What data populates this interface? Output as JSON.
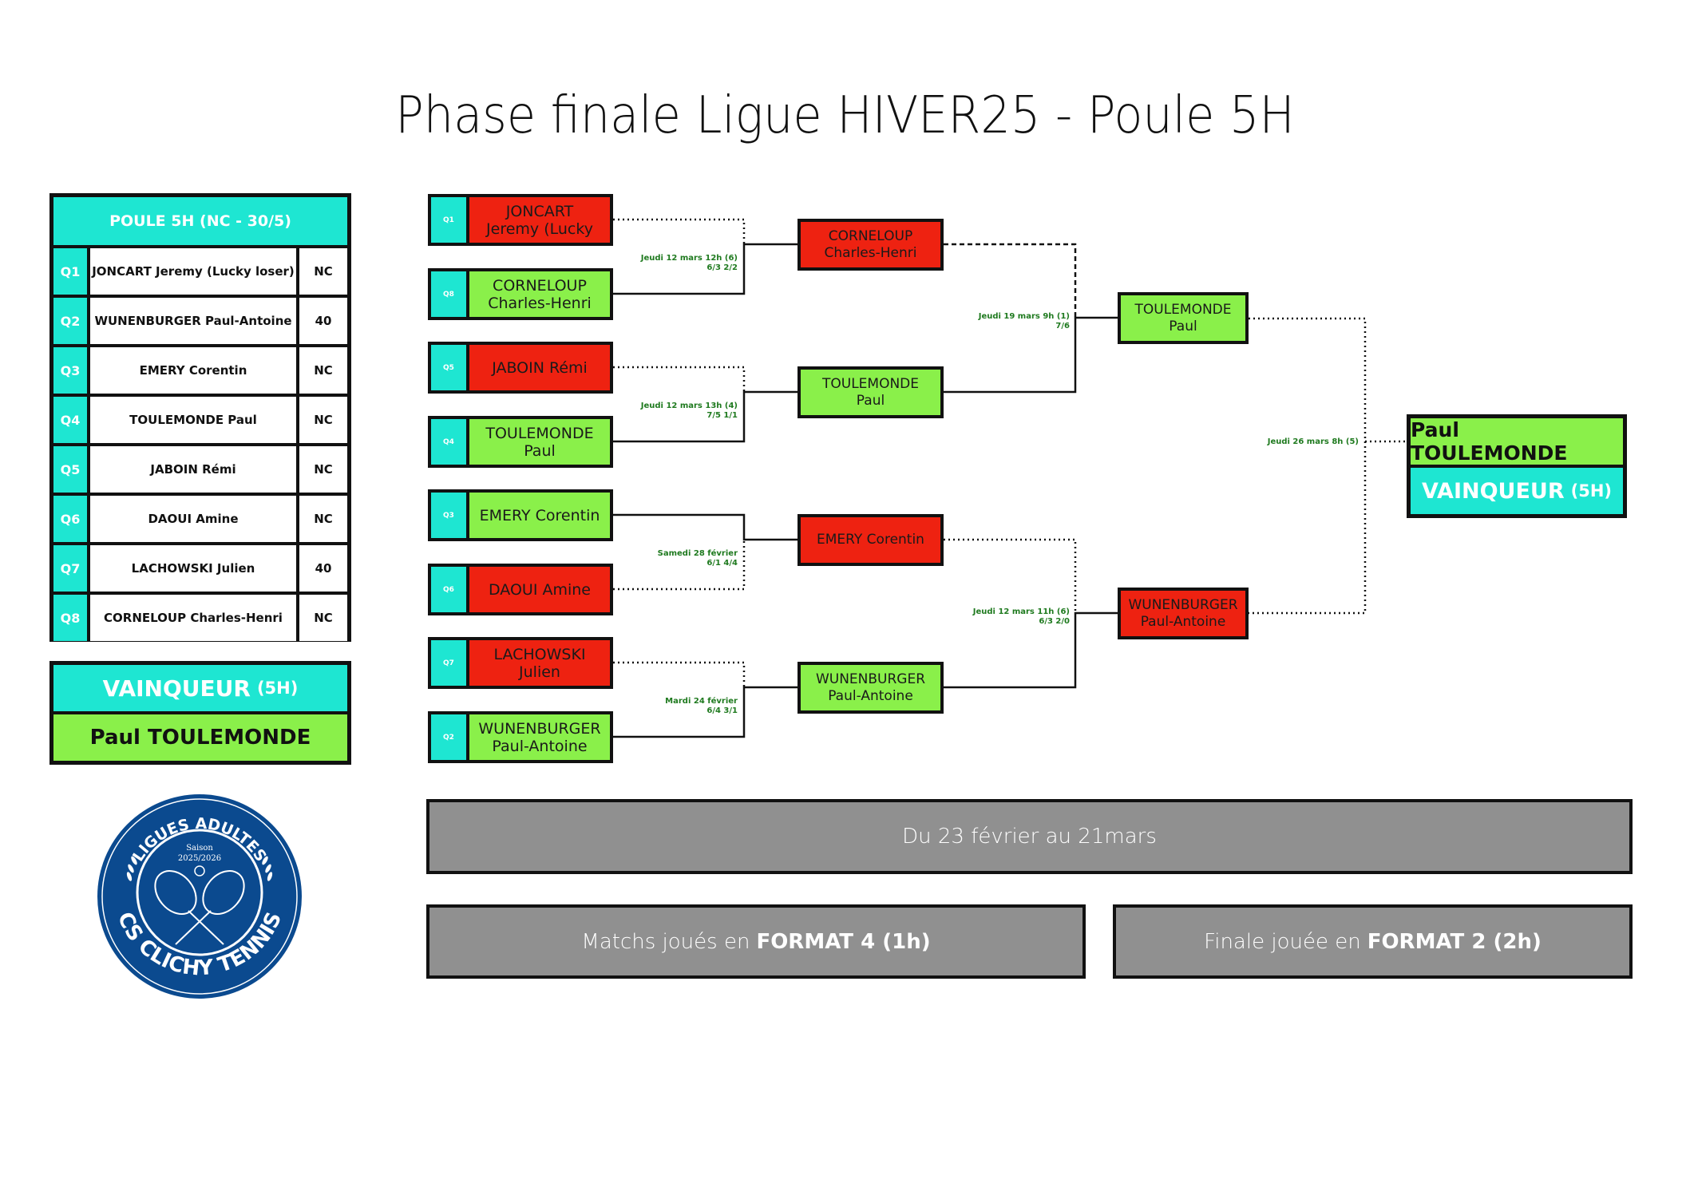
{
  "title": "Phase finale Ligue HIVER25 - Poule 5H",
  "colors": {
    "teal": "#1ee6d2",
    "winner_green": "#8af04a",
    "loser_red": "#ee2211",
    "banner_grey": "#909090",
    "label_green": "#1f7a1f",
    "logo_blue": "#0b4a8f"
  },
  "seed_table": {
    "header": "POULE 5H (NC - 30/5)",
    "rows": [
      {
        "seed": "Q1",
        "name": "JONCART Jeremy (Lucky loser)",
        "rank": "NC"
      },
      {
        "seed": "Q2",
        "name": "WUNENBURGER Paul-Antoine",
        "rank": "40"
      },
      {
        "seed": "Q3",
        "name": "EMERY Corentin",
        "rank": "NC"
      },
      {
        "seed": "Q4",
        "name": "TOULEMONDE Paul",
        "rank": "NC"
      },
      {
        "seed": "Q5",
        "name": "JABOIN Rémi",
        "rank": "NC"
      },
      {
        "seed": "Q6",
        "name": "DAOUI Amine",
        "rank": "NC"
      },
      {
        "seed": "Q7",
        "name": "LACHOWSKI Julien",
        "rank": "40"
      },
      {
        "seed": "Q8",
        "name": "CORNELOUP Charles-Henri",
        "rank": "NC"
      }
    ]
  },
  "winner_panel": {
    "title": "VAINQUEUR",
    "sub": "(5H)",
    "name": "Paul TOULEMONDE"
  },
  "round1": [
    {
      "seed": "Q1",
      "line1": "JONCART",
      "line2": "Jeremy (Lucky",
      "result": "lose"
    },
    {
      "seed": "Q8",
      "line1": "CORNELOUP",
      "line2": "Charles-Henri",
      "result": "win"
    },
    {
      "seed": "Q5",
      "line1": "JABOIN Rémi",
      "line2": "",
      "result": "lose"
    },
    {
      "seed": "Q4",
      "line1": "TOULEMONDE",
      "line2": "Paul",
      "result": "win"
    },
    {
      "seed": "Q3",
      "line1": "EMERY Corentin",
      "line2": "",
      "result": "win"
    },
    {
      "seed": "Q6",
      "line1": "DAOUI Amine",
      "line2": "",
      "result": "lose"
    },
    {
      "seed": "Q7",
      "line1": "LACHOWSKI",
      "line2": "Julien",
      "result": "lose"
    },
    {
      "seed": "Q2",
      "line1": "WUNENBURGER",
      "line2": "Paul-Antoine",
      "result": "win"
    }
  ],
  "round1_matches": [
    {
      "date": "Jeudi 12 mars  12h (6)",
      "score": "6/3 2/2"
    },
    {
      "date": "Jeudi 12 mars 13h (4)",
      "score": "7/5 1/1"
    },
    {
      "date": "Samedi 28 février",
      "score": "6/1 4/4"
    },
    {
      "date": "Mardi 24 février",
      "score": "6/4 3/1"
    }
  ],
  "round2": [
    {
      "line1": "CORNELOUP",
      "line2": "Charles-Henri",
      "result": "lose"
    },
    {
      "line1": "TOULEMONDE",
      "line2": "Paul",
      "result": "win"
    },
    {
      "line1": "EMERY Corentin",
      "line2": "",
      "result": "lose"
    },
    {
      "line1": "WUNENBURGER",
      "line2": "Paul-Antoine",
      "result": "win"
    }
  ],
  "round2_matches": [
    {
      "date": "Jeudi 19 mars 9h (1)",
      "score": "7/6"
    },
    {
      "date": "Jeudi 12 mars 11h (6)",
      "score": "6/3 2/0"
    }
  ],
  "round3": [
    {
      "line1": "TOULEMONDE",
      "line2": "Paul",
      "result": "win"
    },
    {
      "line1": "WUNENBURGER",
      "line2": "Paul-Antoine",
      "result": "lose"
    }
  ],
  "final_match": {
    "date": "Jeudi 26 mars 8h (5)"
  },
  "final_winner": {
    "name": "Paul TOULEMONDE",
    "title": "VAINQUEUR",
    "sub": "(5H)"
  },
  "banners": {
    "dates": "Du 23 février au 21mars",
    "matches_prefix": "Matchs joués en",
    "matches_bold": "FORMAT 4 (1h)",
    "final_prefix": "Finale jouée en",
    "final_bold": "FORMAT 2 (2h)"
  },
  "logo": {
    "top_text": "LIGUES ADULTES",
    "season_label": "Saison",
    "season": "2025/2026",
    "bottom_text": "CS CLICHY TENNIS"
  }
}
